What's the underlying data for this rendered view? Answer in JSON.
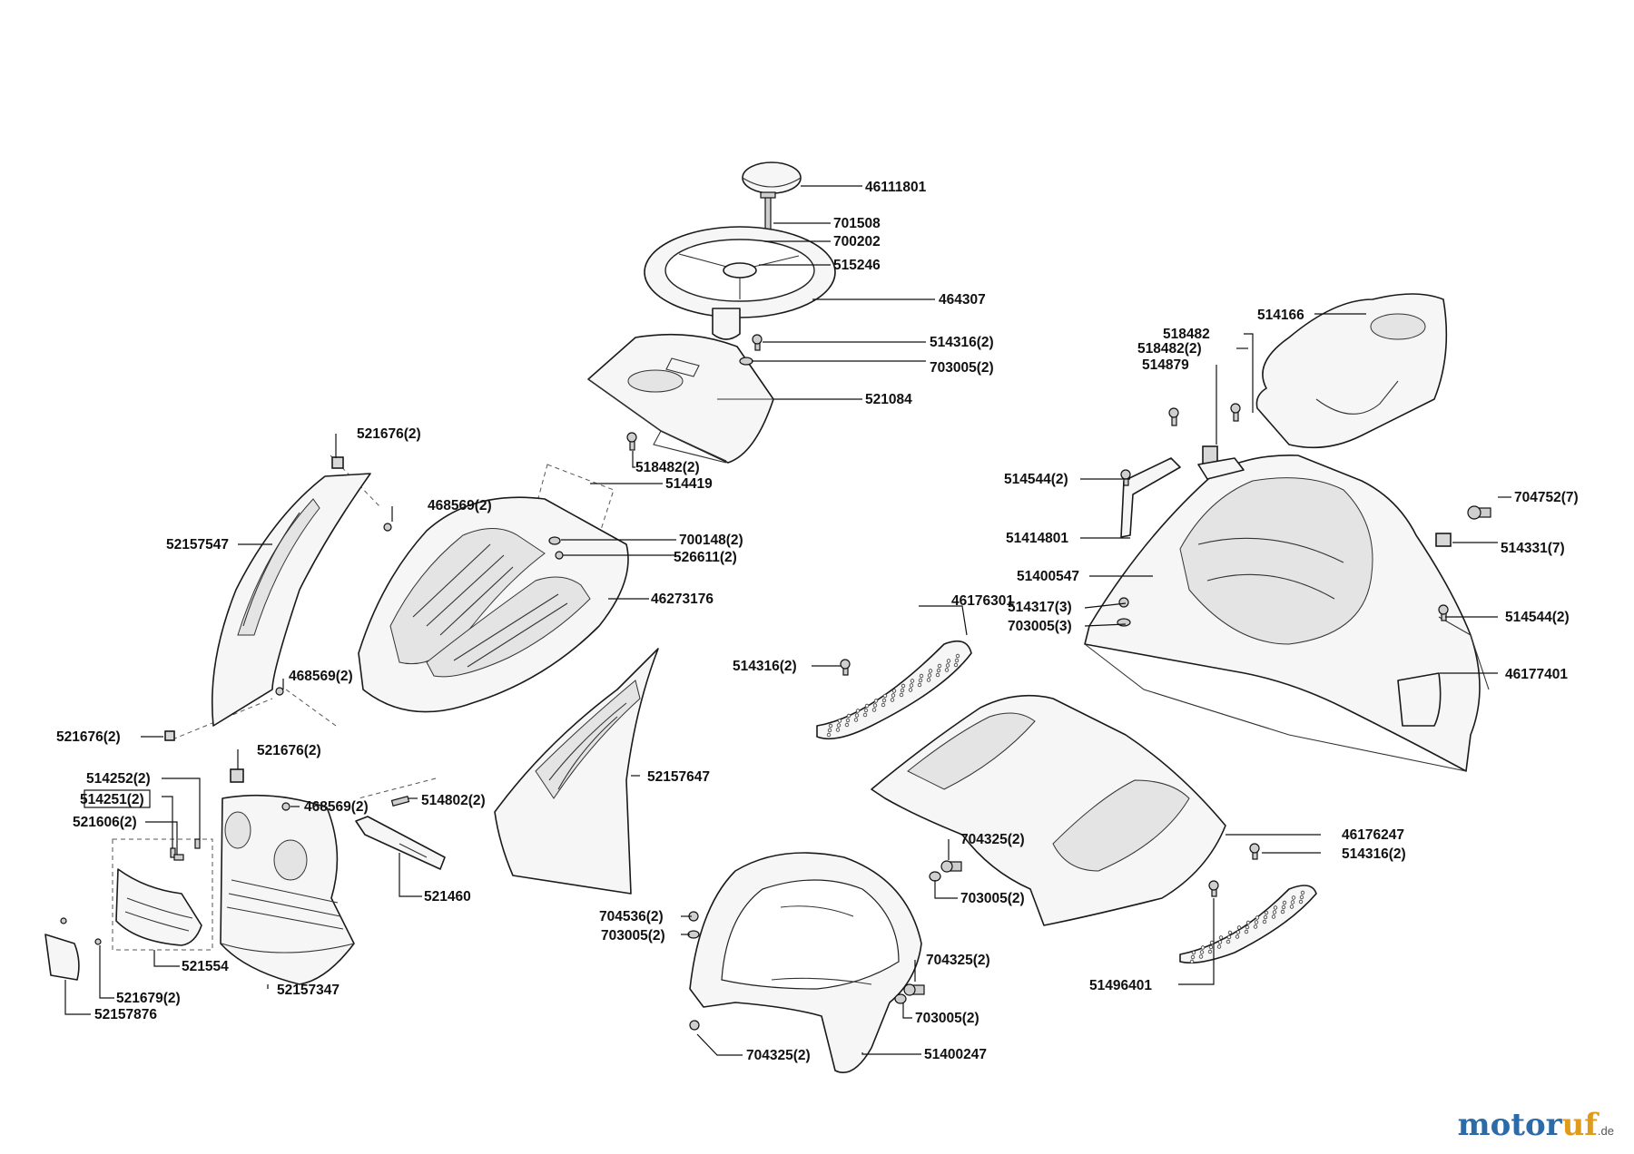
{
  "brand": {
    "name_a": "motor",
    "name_b": "uf",
    "tld": ".de"
  },
  "labels": {
    "p46111801": "46111801",
    "p701508": "701508",
    "p700202": "700202",
    "p515246": "515246",
    "p464307": "464307",
    "p514316a": "514316(2)",
    "p703005a": "703005(2)",
    "p521084": "521084",
    "p518482a": "518482(2)",
    "p514419": "514419",
    "p521676a": "521676(2)",
    "p468569a": "468569(2)",
    "p52157547": "52157547",
    "p700148": "700148(2)",
    "p526611": "526611(2)",
    "p46273176": "46273176",
    "p468569b": "468569(2)",
    "p521676b": "521676(2)",
    "p521676c": "521676(2)",
    "p514252": "514252(2)",
    "p514251": "514251(2)",
    "p521606": "521606(2)",
    "p468569c": "468569(2)",
    "p514802": "514802(2)",
    "p52157647": "52157647",
    "p521460": "521460",
    "p521554": "521554",
    "p52157347": "52157347",
    "p521679": "521679(2)",
    "p52157876": "52157876",
    "p514166": "514166",
    "p518482b": "518482",
    "p518482c": "518482(2)",
    "p514879": "514879",
    "p514544a": "514544(2)",
    "p704752": "704752(7)",
    "p51414801": "51414801",
    "p514331": "514331(7)",
    "p51400547": "51400547",
    "p46176301": "46176301",
    "p514317": "514317(3)",
    "p703005b": "703005(3)",
    "p514544b": "514544(2)",
    "p514316b": "514316(2)",
    "p46177401": "46177401",
    "p46176247": "46176247",
    "p704325a": "704325(2)",
    "p514316c": "514316(2)",
    "p703005c": "703005(2)",
    "p704536": "704536(2)",
    "p703005d": "703005(2)",
    "p704325b": "704325(2)",
    "p703005e": "703005(2)",
    "p51496401": "51496401",
    "p704325c": "704325(2)",
    "p51400247": "51400247"
  }
}
